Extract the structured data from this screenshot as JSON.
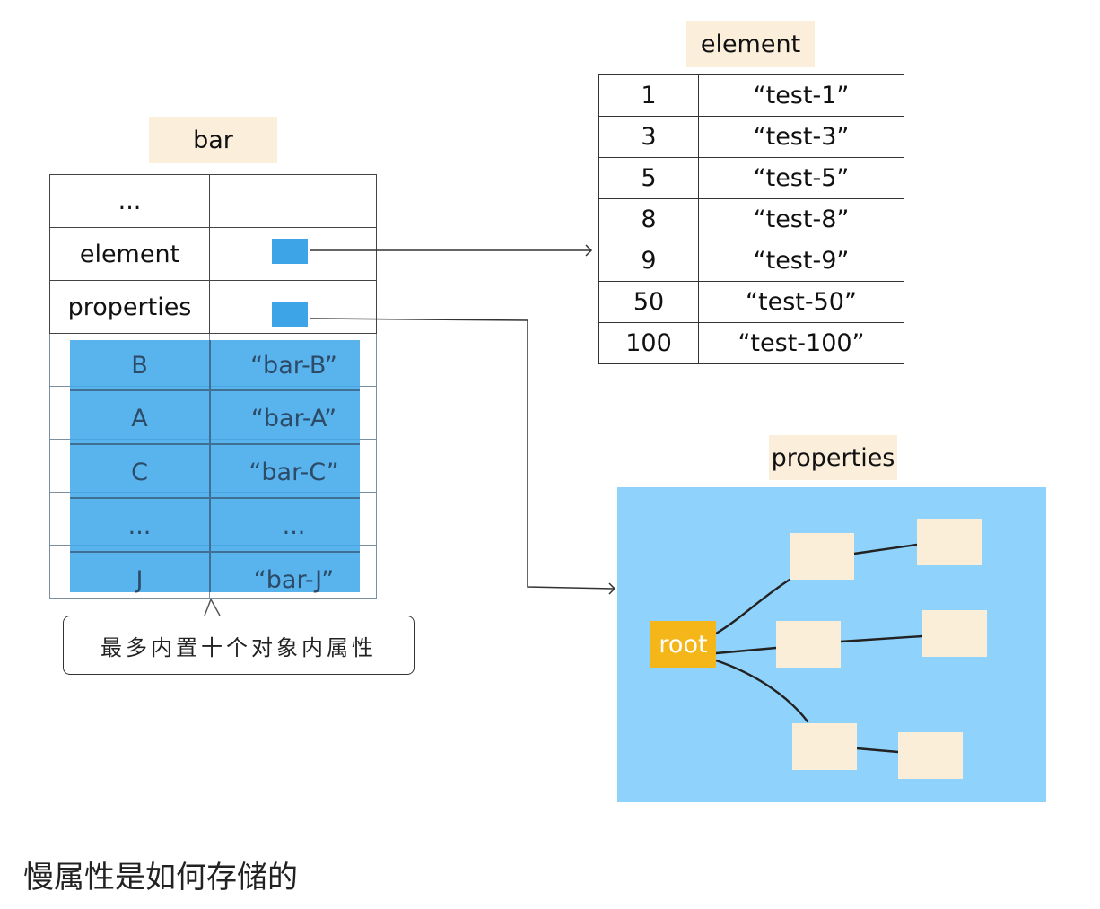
{
  "bar": {
    "title": "bar",
    "rows": [
      {
        "key": "...",
        "value": ""
      },
      {
        "key": "element",
        "value": ""
      },
      {
        "key": "properties",
        "value": ""
      }
    ],
    "in_object_properties": [
      {
        "key": "B",
        "value": "“bar-B”"
      },
      {
        "key": "A",
        "value": "“bar-A”"
      },
      {
        "key": "C",
        "value": "“bar-C”"
      },
      {
        "key": "...",
        "value": "..."
      },
      {
        "key": "J",
        "value": "“bar-J”"
      }
    ],
    "note": "最多内置十个对象内属性"
  },
  "element": {
    "title": "element",
    "rows": [
      {
        "index": "1",
        "value": "“test-1”"
      },
      {
        "index": "3",
        "value": "“test-3”"
      },
      {
        "index": "5",
        "value": "“test-5”"
      },
      {
        "index": "8",
        "value": "“test-8”"
      },
      {
        "index": "9",
        "value": "“test-9”"
      },
      {
        "index": "50",
        "value": "“test-50”"
      },
      {
        "index": "100",
        "value": "“test-100”"
      }
    ]
  },
  "properties": {
    "title": "properties",
    "root_label": "root"
  },
  "caption": "慢属性是如何存储的",
  "colors": {
    "highlight": "#42a8ea",
    "pointer": "#3ea4e8",
    "tag_bg": "#fbeedb",
    "panel_bg": "#8fd2fb",
    "root": "#f5b61a",
    "node": "#fbeed9"
  }
}
